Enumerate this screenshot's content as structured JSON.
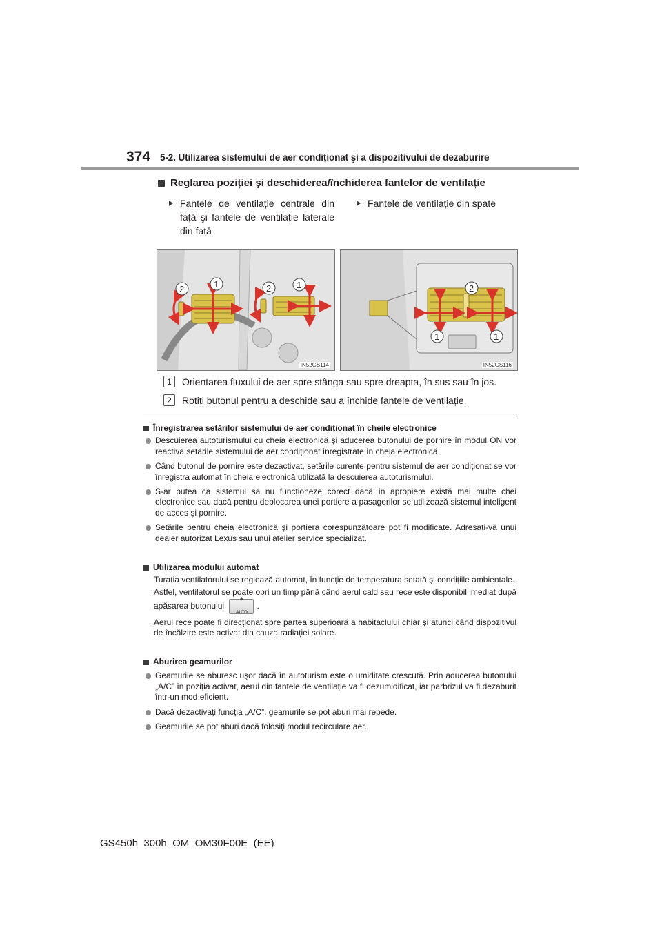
{
  "header": {
    "page_number": "374",
    "title": "5-2. Utilizarea sistemului de aer condiționat şi a dispozitivului de dezaburire"
  },
  "section": {
    "heading": "Reglarea poziției şi deschiderea/închiderea fantelor de ventilație",
    "subheadings": [
      "Fantele de ventilație centrale din față şi fantele de ventilație laterale din față",
      "Fantele de ventilație din spate"
    ],
    "figures": [
      {
        "code": "IN52GS114",
        "callouts": [
          "2",
          "1",
          "2",
          "1"
        ]
      },
      {
        "code": "IN52GS116",
        "callouts": [
          "2",
          "1",
          "1"
        ]
      }
    ],
    "legend": [
      {
        "number": "1",
        "text": "Orientarea fluxului de aer spre stânga sau spre dreapta, în sus sau în jos."
      },
      {
        "number": "2",
        "text": "Rotiți butonul pentru a deschide sau a închide fantele de ventilație."
      }
    ]
  },
  "notes": [
    {
      "heading": "Înregistrarea setărilor sistemului de aer condiționat în cheile electronice",
      "bullets": [
        "Descuierea autoturismului cu cheia electronică şi aducerea butonului de pornire în modul ON vor reactiva setările sistemului de aer condiționat înregistrate în cheia electronică.",
        "Când butonul de pornire este dezactivat, setările curente pentru sistemul de aer condiționat se vor înregistra automat în cheia electronică utilizată la descuierea autoturismului.",
        "S-ar putea ca sistemul să nu funcționeze corect dacă în apropiere există mai multe chei electronice sau dacă pentru deblocarea unei portiere a pasagerilor se utilizează sistemul inteligent de acces şi pornire.",
        "Setările pentru cheia electronică şi portiera corespunzătoare pot fi modificate. Adresați-vă unui dealer autorizat Lexus sau unui atelier service specializat."
      ]
    },
    {
      "heading": "Utilizarea modului automat",
      "paragraphs": [
        "Turația ventilatorului se reglează automat, în funcție de temperatura setată şi condițiile ambientale.",
        "Astfel, ventilatorul se poate opri un timp până când aerul cald sau rece este disponibil imediat după apăsarea butonului",
        ".",
        "Aerul rece poate fi direcționat spre partea superioară a habitaclului chiar şi atunci când dispozitivul de încălzire este activat din cauza radiației solare."
      ],
      "button_label": "AUTO"
    },
    {
      "heading": "Aburirea geamurilor",
      "bullets": [
        "Geamurile se aburesc uşor dacă în autoturism este o umiditate crescută. Prin aducerea butonului „A/C” în poziția activat, aerul din fantele de ventilație va fi dezumidificat, iar parbrizul va fi dezaburit într-un mod eficient.",
        "Dacă dezactivați funcția „A/C”, geamurile se pot aburi mai repede.",
        "Geamurile se pot aburi dacă folosiți modul recirculare aer."
      ]
    }
  ],
  "footer": {
    "doc_code": "GS450h_300h_OM_OM30F00E_(EE)"
  },
  "colors": {
    "vent_yellow": "#d9c24a",
    "arrow_red": "#d9342b"
  }
}
